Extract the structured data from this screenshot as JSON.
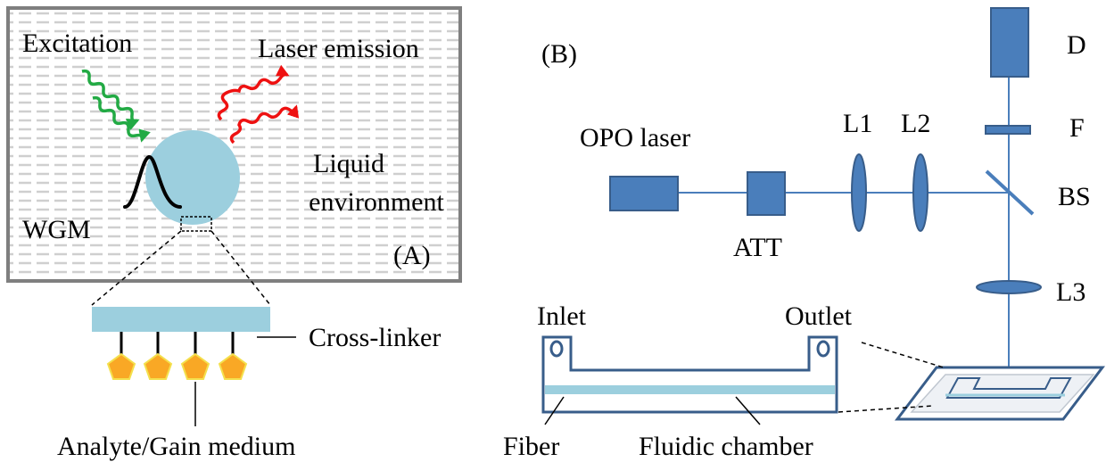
{
  "panel_a": {
    "tag": "(A)",
    "excitation": "Excitation",
    "laser_emission": "Laser emission",
    "liquid": [
      "Liquid",
      "environment"
    ],
    "wgm": "WGM",
    "cross_linker": "Cross-linker",
    "analyte": "Analyte/Gain medium"
  },
  "panel_b": {
    "tag": "(B)",
    "opo_laser": "OPO laser",
    "att": "ATT",
    "l1": "L1",
    "l2": "L2",
    "l3": "L3",
    "d": "D",
    "f": "F",
    "bs": "BS",
    "inlet": "Inlet",
    "outlet": "Outlet",
    "fiber": "Fiber",
    "fluidic_chamber": "Fluidic chamber"
  },
  "colors": {
    "component_fill": "#4a7ebb",
    "component_stroke": "#385d8a",
    "beam": "#4a7ebb",
    "resonator": "#9ccfde",
    "excitation_arrow": "#22aa44",
    "emission_arrow": "#ee1111",
    "molecule": "#f9a825",
    "frame_gray": "#7f7f7f"
  }
}
